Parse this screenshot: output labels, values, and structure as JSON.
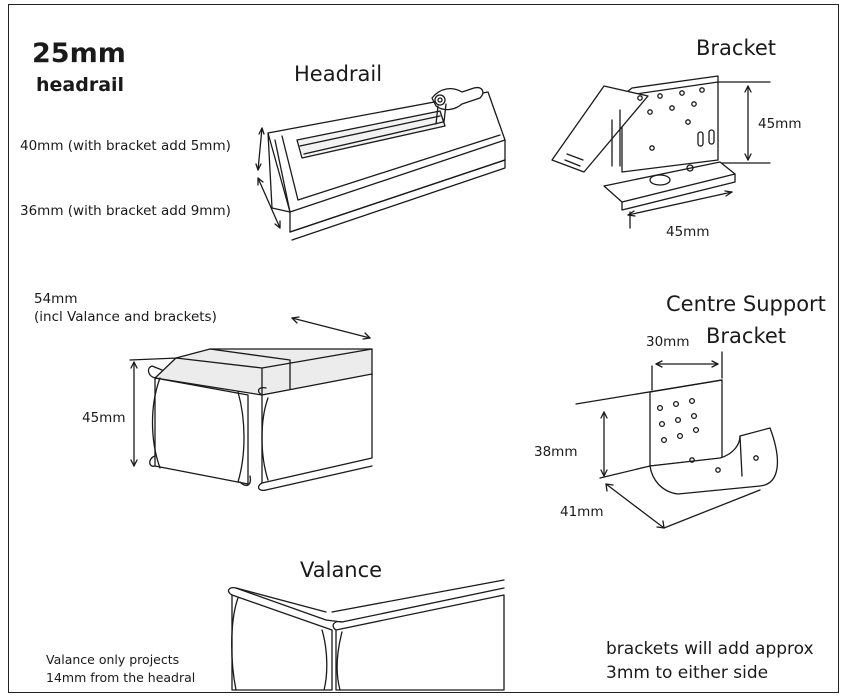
{
  "title": {
    "size": "25mm",
    "product": "headrail"
  },
  "sections": {
    "headrail": "Headrail",
    "bracket": "Bracket",
    "centre_support_line1": "Centre Support",
    "centre_support_line2": "Bracket",
    "valance": "Valance"
  },
  "dimensions": {
    "headrail_height": "40mm (with bracket add 5mm)",
    "headrail_depth": "36mm (with bracket add 9mm)",
    "bracket_height": "45mm",
    "bracket_width": "45mm",
    "valance_projection_line1": "54mm",
    "valance_projection_line2": "(incl Valance and brackets)",
    "valance_height": "45mm",
    "centre_top": "30mm",
    "centre_height": "38mm",
    "centre_depth": "41mm"
  },
  "notes": {
    "brackets_line1": "brackets will add approx",
    "brackets_line2": "3mm to either side",
    "valance_line1": "Valance only  projects",
    "valance_line2": "14mm from the headral"
  },
  "colors": {
    "line": "#1a1a1a",
    "fill": "#ffffff",
    "shade": "#e6e6e6"
  }
}
